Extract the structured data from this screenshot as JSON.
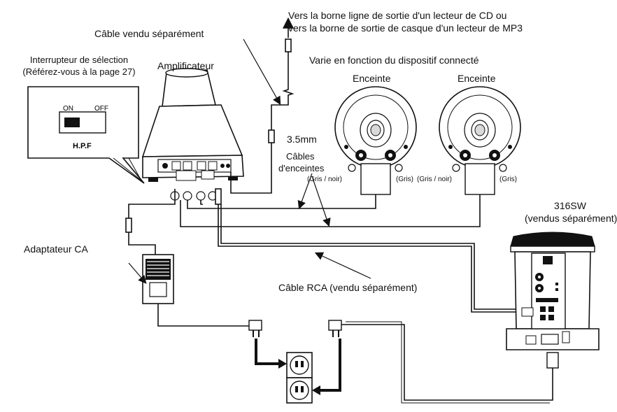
{
  "labels": {
    "source_line1": "Vers la borne ligne de sortie d'un lecteur de CD ou",
    "source_line2": "vers la borne de sortie de casque d'un lecteur de MP3",
    "cable_sold_separately": "Câble vendu séparément",
    "varies_device": "Varie en fonction du dispositif connecté",
    "selector_line1": "Interrupteur de sélection",
    "selector_line2": "(Référez-vous à la page 27)",
    "amplifier": "Amplificateur",
    "speaker_left": "Enceinte",
    "speaker_right": "Enceinte",
    "size_35mm": "3.5mm",
    "speaker_cables_line1": "Câbles",
    "speaker_cables_line2": "d'enceintes",
    "gray_black_1": "(Gris / noir)",
    "gray_1": "(Gris)",
    "gray_black_2": "(Gris / noir)",
    "gray_2": "(Gris)",
    "subwoofer_line1": "316SW",
    "subwoofer_line2": "(vendus séparément)",
    "ac_adapter": "Adaptateur CA",
    "rca_cable": "Câble RCA (vendu séparément)"
  },
  "switch": {
    "on": "ON",
    "off": "OFF",
    "name": "H.P.F"
  },
  "colors": {
    "line": "#111111",
    "background": "#ffffff",
    "shade": "#d9d9d9"
  }
}
